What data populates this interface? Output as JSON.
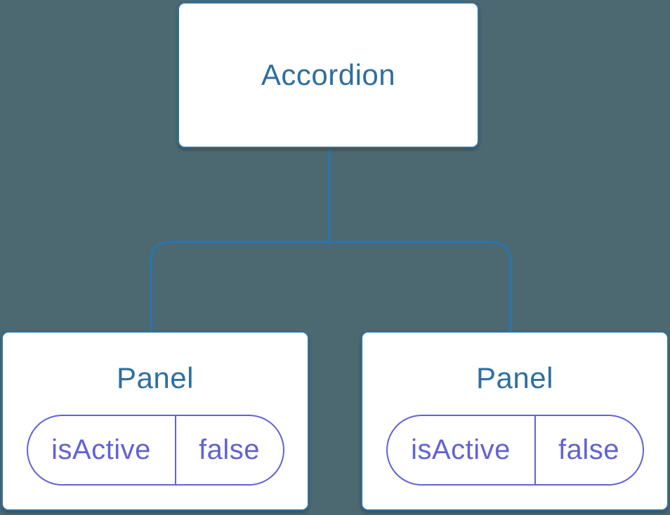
{
  "diagram": {
    "root": {
      "label": "Accordion"
    },
    "children": [
      {
        "label": "Panel",
        "state": {
          "name": "isActive",
          "value": "false"
        }
      },
      {
        "label": "Panel",
        "state": {
          "name": "isActive",
          "value": "false"
        }
      }
    ],
    "colors": {
      "bg": "#4c6871",
      "node_border": "#2f73a3",
      "node_text": "#2e6f9e",
      "node_fill": "#ffffff",
      "state_accent": "#6262d3"
    }
  }
}
